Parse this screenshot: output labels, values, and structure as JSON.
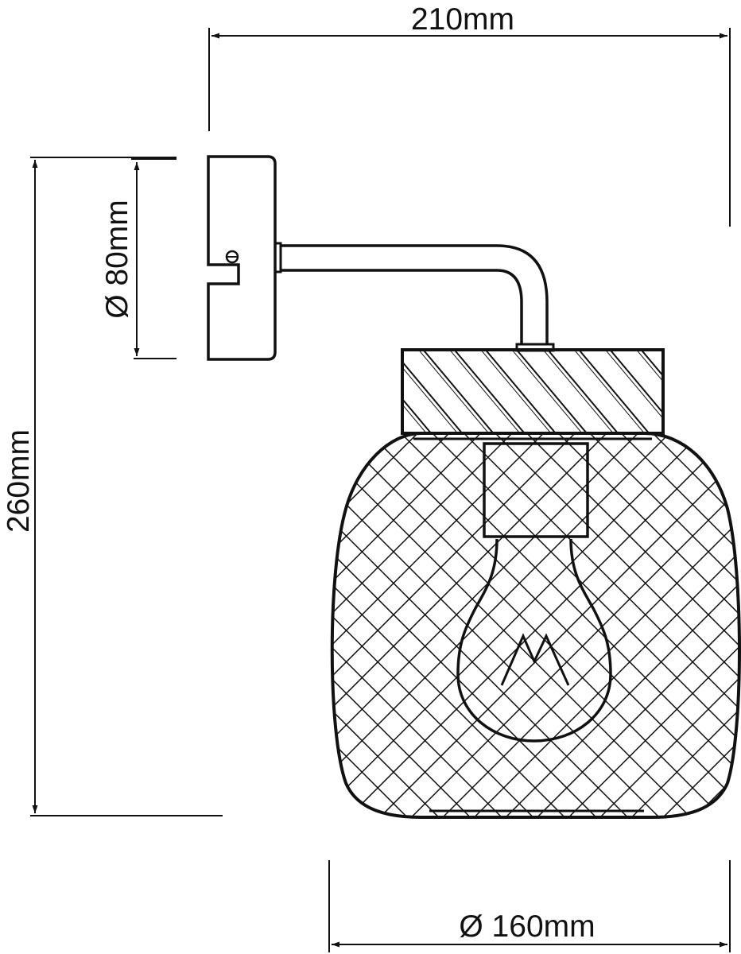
{
  "dimensions": {
    "width_label": "210mm",
    "height_label": "260mm",
    "backplate_diameter_label": "Ø 80mm",
    "shade_diameter_label": "Ø 160mm"
  },
  "colors": {
    "line": "#111111",
    "background": "#ffffff"
  }
}
